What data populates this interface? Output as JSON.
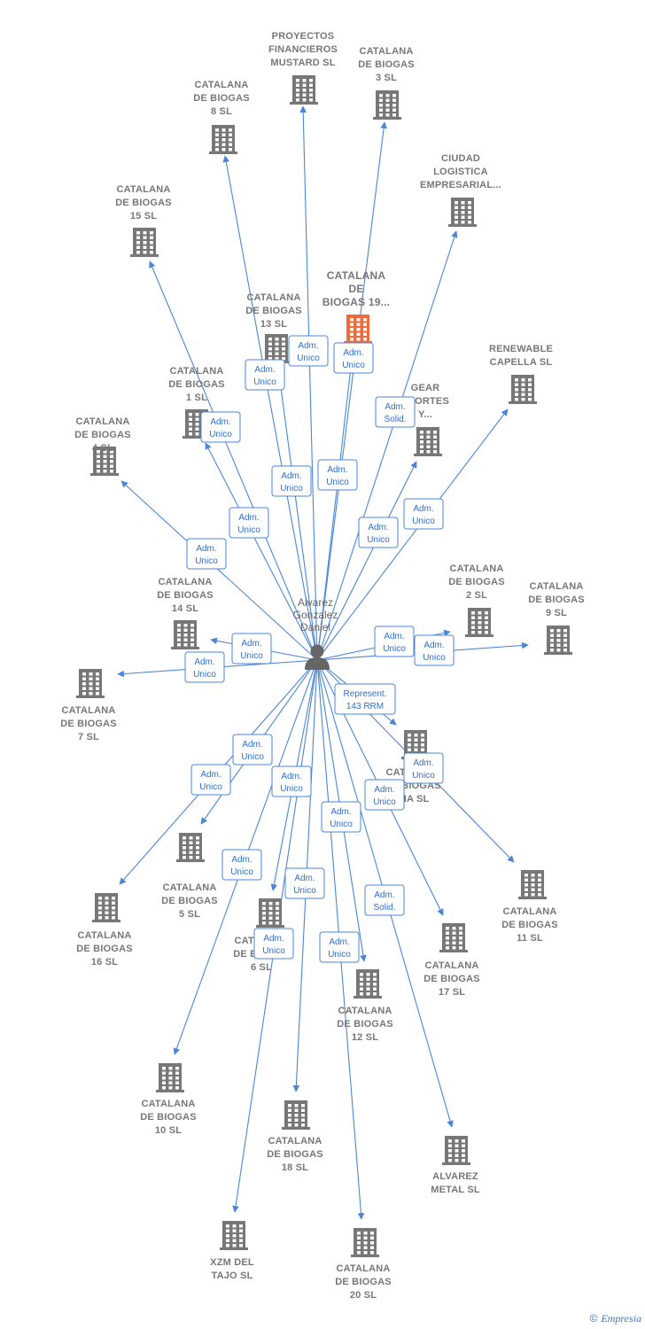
{
  "center": {
    "label": [
      "Alvarez",
      "Gonzalez",
      "Daniel"
    ]
  },
  "colors": {
    "edge": "#4a86d8",
    "building": "#777777",
    "highlight": "#f26a3a"
  },
  "footer": {
    "copyright": "©",
    "brand": "Empresia"
  },
  "companies": [
    {
      "id": "proyectos",
      "label": [
        "PROYECTOS",
        "FINANCIEROS",
        "MUSTARD  SL"
      ],
      "role": [
        "Adm.",
        "Unico"
      ]
    },
    {
      "id": "cb3",
      "label": [
        "CATALANA",
        "DE BIOGAS",
        "3  SL"
      ],
      "role": [
        "Adm.",
        "Unico"
      ]
    },
    {
      "id": "cb8",
      "label": [
        "CATALANA",
        "DE BIOGAS",
        "8  SL"
      ],
      "role": [
        "Adm.",
        "Unico"
      ]
    },
    {
      "id": "ciudad",
      "label": [
        "CIUDAD",
        "LOGISTICA",
        "EMPRESARIAL..."
      ],
      "role": [
        "Adm.",
        "Solid."
      ]
    },
    {
      "id": "cb15",
      "label": [
        "CATALANA",
        "DE BIOGAS",
        "15  SL"
      ],
      "role": [
        "Adm.",
        "Unico"
      ]
    },
    {
      "id": "cb19",
      "label": [
        "CATALANA",
        "DE",
        "BIOGAS 19..."
      ],
      "role": [
        "Adm.",
        "Unico"
      ],
      "highlight": true
    },
    {
      "id": "cb13",
      "label": [
        "CATALANA",
        "DE BIOGAS",
        "13  SL"
      ],
      "role": [
        "Adm.",
        "Unico"
      ]
    },
    {
      "id": "renewable",
      "label": [
        "RENEWABLE",
        "CAPELLA  SL"
      ],
      "role": [
        "Adm.",
        "Unico"
      ]
    },
    {
      "id": "cb1",
      "label": [
        "CATALANA",
        "DE BIOGAS",
        "1  SL"
      ],
      "role": [
        "Adm.",
        "Unico"
      ]
    },
    {
      "id": "gear",
      "label": [
        "GEAR",
        "SPORTES",
        "Y..."
      ],
      "role": [
        "Adm.",
        "Unico"
      ]
    },
    {
      "id": "cb4",
      "label": [
        "CATALANA",
        "DE BIOGAS",
        "4  SL"
      ],
      "role": [
        "Adm.",
        "Unico"
      ]
    },
    {
      "id": "cb2",
      "label": [
        "CATALANA",
        "DE BIOGAS",
        "2  SL"
      ],
      "role": [
        "Adm.",
        "Unico"
      ]
    },
    {
      "id": "cb9",
      "label": [
        "CATALANA",
        "DE BIOGAS",
        "9  SL"
      ],
      "role": [
        "Adm.",
        "Unico"
      ]
    },
    {
      "id": "cb14",
      "label": [
        "CATALANA",
        "DE BIOGAS",
        "14  SL"
      ],
      "role": [
        "Adm.",
        "Unico"
      ]
    },
    {
      "id": "cb7",
      "label": [
        "CATALANA",
        "DE BIOGAS",
        "7  SL"
      ],
      "role": [
        "Adm.",
        "Unico"
      ]
    },
    {
      "id": "cbria",
      "label": [
        "CATALANA",
        "DE BIOGAS",
        "RIA  SL"
      ],
      "role": [
        "Represent.",
        "143 RRM"
      ]
    },
    {
      "id": "cb11",
      "label": [
        "CATALANA",
        "DE BIOGAS",
        "11  SL"
      ],
      "role": [
        "Adm.",
        "Unico"
      ]
    },
    {
      "id": "cb5",
      "label": [
        "CATALANA",
        "DE BIOGAS",
        "5  SL"
      ],
      "role": [
        "Adm.",
        "Unico"
      ]
    },
    {
      "id": "cb16",
      "label": [
        "CATALANA",
        "DE BIOGAS",
        "16  SL"
      ],
      "role": [
        "Adm.",
        "Unico"
      ]
    },
    {
      "id": "cb17",
      "label": [
        "CATALANA",
        "DE BIOGAS",
        "17  SL"
      ],
      "role": [
        "Adm.",
        "Unico"
      ]
    },
    {
      "id": "cb6",
      "label": [
        "CATALANA",
        "DE BIOGAS",
        "6  SL"
      ],
      "role": [
        "Adm.",
        "Unico"
      ]
    },
    {
      "id": "cb12",
      "label": [
        "CATALANA",
        "DE BIOGAS",
        "12  SL"
      ],
      "role": [
        "Adm.",
        "Unico"
      ]
    },
    {
      "id": "cb10",
      "label": [
        "CATALANA",
        "DE BIOGAS",
        "10  SL"
      ],
      "role": [
        "Adm.",
        "Unico"
      ]
    },
    {
      "id": "cb18",
      "label": [
        "CATALANA",
        "DE BIOGAS",
        "18  SL"
      ],
      "role": [
        "Adm.",
        "Unico"
      ]
    },
    {
      "id": "alvarez",
      "label": [
        "ALVAREZ",
        "METAL  SL"
      ],
      "role": [
        "Adm.",
        "Solid."
      ]
    },
    {
      "id": "xzm",
      "label": [
        "XZM DEL",
        "TAJO SL"
      ],
      "role": [
        "Adm.",
        "Unico"
      ]
    },
    {
      "id": "cb20",
      "label": [
        "CATALANA",
        "DE BIOGAS",
        "20  SL"
      ],
      "role": [
        "Adm.",
        "Unico"
      ]
    }
  ]
}
